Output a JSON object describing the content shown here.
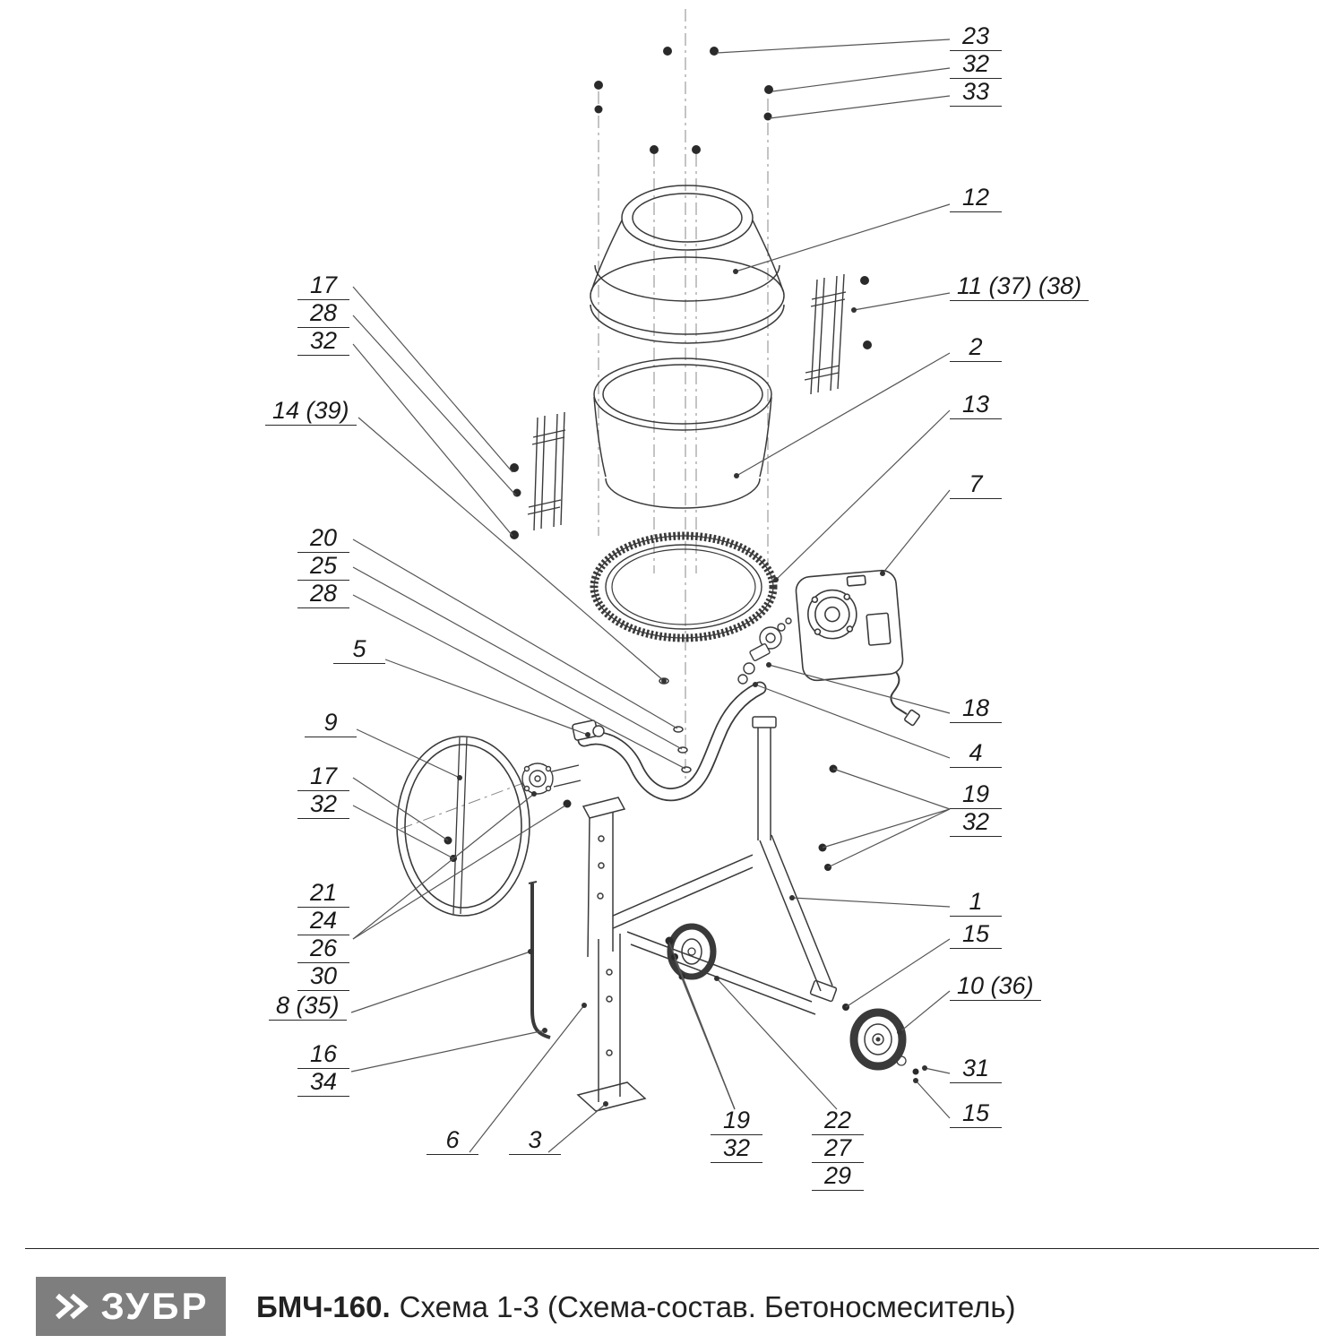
{
  "colors": {
    "line": "#3a3a3a",
    "leader": "#555555",
    "logo_background": "#7e7e7e"
  },
  "footer": {
    "logo_text": "ЗУБР",
    "model": "БМЧ-160.",
    "title": "Схема 1-3 (Схема-состав. Бетоносмеситель)"
  },
  "callouts": {
    "top_right": {
      "lines": [
        "23",
        "32",
        "33"
      ]
    },
    "p12": {
      "lines": [
        "12"
      ]
    },
    "p11": {
      "lines": [
        "11 (37) (38)"
      ]
    },
    "p2": {
      "lines": [
        "2"
      ]
    },
    "p13": {
      "lines": [
        "13"
      ]
    },
    "p7": {
      "lines": [
        "7"
      ]
    },
    "p18": {
      "lines": [
        "18"
      ]
    },
    "p4": {
      "lines": [
        "4"
      ]
    },
    "right_19_32": {
      "lines": [
        "19",
        "32"
      ]
    },
    "p1": {
      "lines": [
        "1"
      ]
    },
    "p15_upper": {
      "lines": [
        "15"
      ]
    },
    "p10": {
      "lines": [
        "10 (36)"
      ]
    },
    "p31": {
      "lines": [
        "31"
      ]
    },
    "p15_lower": {
      "lines": [
        "15"
      ]
    },
    "left_17_28_32": {
      "lines": [
        "17",
        "28",
        "32"
      ]
    },
    "p14": {
      "lines": [
        "14 (39)"
      ]
    },
    "left_20_25_28": {
      "lines": [
        "20",
        "25",
        "28"
      ]
    },
    "p5": {
      "lines": [
        "5"
      ]
    },
    "p9": {
      "lines": [
        "9"
      ]
    },
    "left_17_32": {
      "lines": [
        "17",
        "32"
      ]
    },
    "left_21_24_26_30": {
      "lines": [
        "21",
        "24",
        "26",
        "30"
      ]
    },
    "p8": {
      "lines": [
        "8 (35)"
      ]
    },
    "left_16_34": {
      "lines": [
        "16",
        "34"
      ]
    },
    "p6": {
      "lines": [
        "6"
      ]
    },
    "p3": {
      "lines": [
        "3"
      ]
    },
    "bottom_19_32": {
      "lines": [
        "19",
        "32"
      ]
    },
    "bottom_22_27_29": {
      "lines": [
        "22",
        "27",
        "29"
      ]
    }
  }
}
